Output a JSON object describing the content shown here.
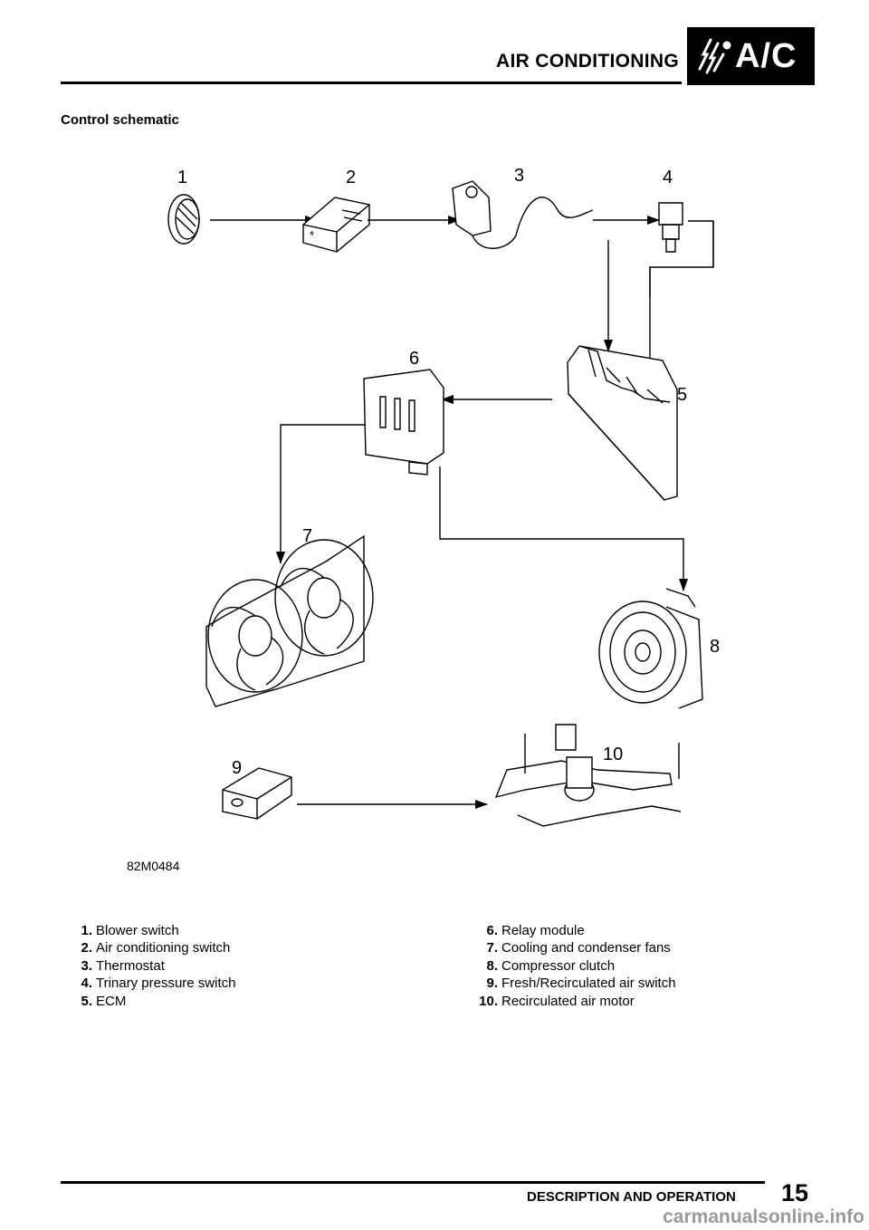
{
  "header": {
    "title": "AIR CONDITIONING",
    "badge_text": "A/C",
    "badge_icon": "air-conditioning-fan-icon"
  },
  "section_heading": "Control schematic",
  "diagram": {
    "figure_code": "82M0484",
    "callouts": [
      "1",
      "2",
      "3",
      "4",
      "5",
      "6",
      "7",
      "8",
      "9",
      "10"
    ]
  },
  "legend": {
    "left": [
      {
        "num": "1.",
        "label": "Blower switch"
      },
      {
        "num": "2.",
        "label": "Air conditioning switch"
      },
      {
        "num": "3.",
        "label": "Thermostat"
      },
      {
        "num": "4.",
        "label": "Trinary pressure switch"
      },
      {
        "num": "5.",
        "label": "ECM"
      }
    ],
    "right": [
      {
        "num": "6.",
        "label": "Relay module"
      },
      {
        "num": "7.",
        "label": "Cooling and condenser fans"
      },
      {
        "num": "8.",
        "label": "Compressor clutch"
      },
      {
        "num": "9.",
        "label": "Fresh/Recirculated air switch"
      },
      {
        "num": "10.",
        "label": "Recirculated air motor"
      }
    ]
  },
  "footer": {
    "section_title": "DESCRIPTION AND OPERATION",
    "page_number": "15"
  },
  "watermark": "carmanualsonline.info"
}
